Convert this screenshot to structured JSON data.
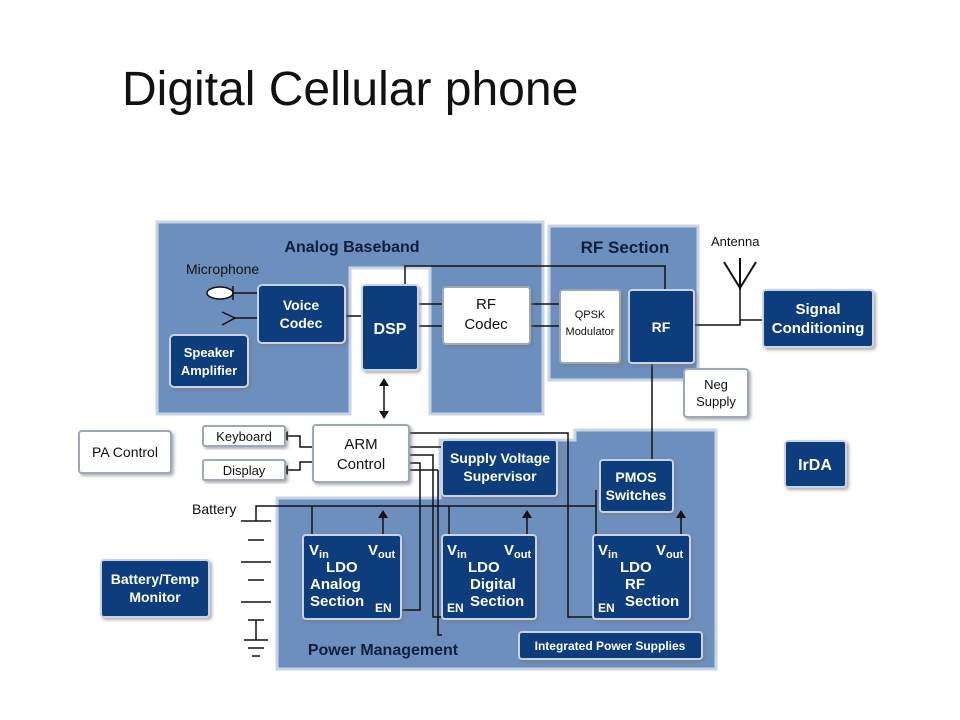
{
  "title": "Digital Cellular phone",
  "sections": {
    "analog_baseband": "Analog Baseband",
    "rf_section": "RF Section",
    "power_management": "Power Management",
    "integrated_power": "Integrated Power Supplies"
  },
  "labels": {
    "microphone": "Microphone",
    "antenna": "Antenna",
    "battery": "Battery"
  },
  "blocks": {
    "voice_codec": [
      "Voice",
      "Codec"
    ],
    "speaker_amp": [
      "Speaker",
      "Amplifier"
    ],
    "dsp": "DSP",
    "rf_codec": [
      "RF",
      "Codec"
    ],
    "qpsk": [
      "QPSK",
      "Modulator"
    ],
    "rf": "RF",
    "signal_cond": [
      "Signal",
      "Conditioning"
    ],
    "neg_supply": [
      "Neg",
      "Supply"
    ],
    "pa_control": "PA Control",
    "keyboard": "Keyboard",
    "display": "Display",
    "arm": [
      "ARM",
      "Control"
    ],
    "supervisor": [
      "Supply Voltage",
      "Supervisor"
    ],
    "pmos": [
      "PMOS",
      "Switches"
    ],
    "irda": "IrDA",
    "battery_temp": [
      "Battery/Temp",
      "Monitor"
    ]
  },
  "ldo": {
    "vin": "V",
    "vin_sub": "in",
    "vout": "V",
    "vout_sub": "out",
    "ldo": "LDO",
    "en": "EN",
    "analog": [
      "Analog",
      "Section"
    ],
    "digital": [
      "Digital",
      "Section"
    ],
    "rf": [
      "RF",
      "Section"
    ]
  },
  "colors": {
    "panel": "#6d8fbe",
    "block": "#0e3d7d",
    "line": "#111111"
  }
}
